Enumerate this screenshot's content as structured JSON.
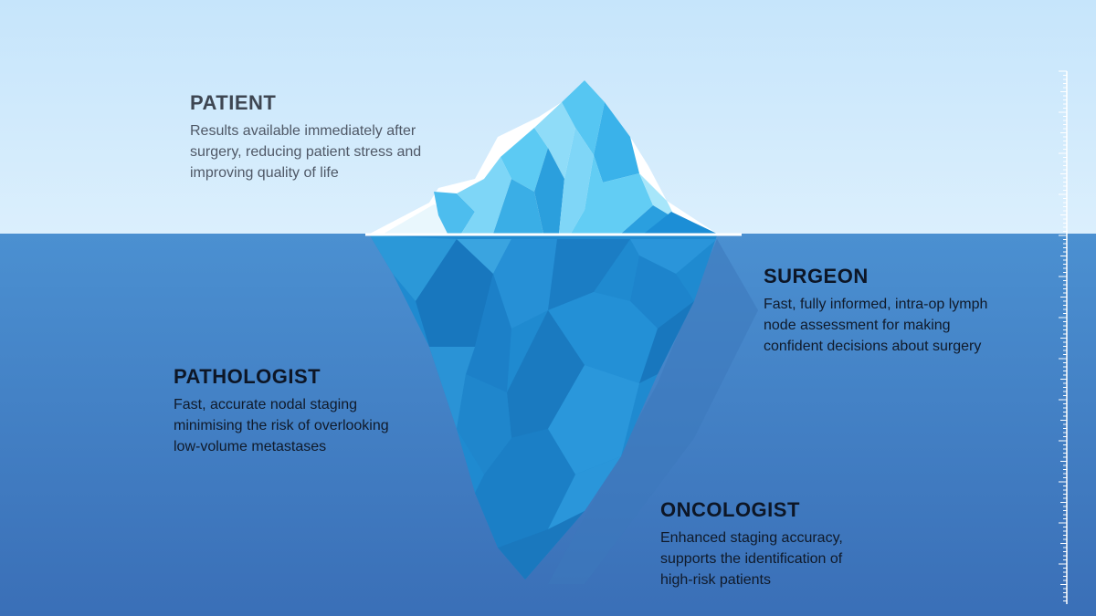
{
  "patient": {
    "heading": "PATIENT",
    "lines": [
      "Results available immediately after",
      "surgery, reducing patient stress and",
      "improving quality of life"
    ]
  },
  "surgeon": {
    "heading": "SURGEON",
    "lines": [
      "Fast, fully informed, intra-op lymph",
      "node assessment for making",
      "confident decisions about surgery"
    ]
  },
  "pathologist": {
    "heading": "PATHOLOGIST",
    "lines": [
      "Fast, accurate nodal staging",
      "minimising the risk of overlooking",
      "low-volume metastases"
    ]
  },
  "oncologist": {
    "heading": "ONCOLOGIST",
    "lines": [
      "Enhanced staging accuracy,",
      "supports the identification of",
      "high-risk patients"
    ]
  },
  "colors": {
    "sky_top": "#c8e6fb",
    "sky_bottom": "#d9eefd",
    "sea_top": "#4a8fd0",
    "sea_bottom": "#3a70b8",
    "ice_light": "#7fd8f8",
    "ice_mid": "#3ab4ec",
    "ice_deep": "#1a8fd4",
    "snow": "#ffffff",
    "text_dark": "#0d1626",
    "text_grey": "#4f5866"
  }
}
